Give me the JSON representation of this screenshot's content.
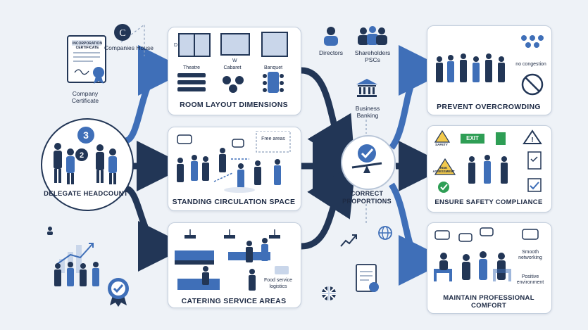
{
  "left": {
    "certificate_header": "INCORPORATION CERTIFICATE",
    "companies_house": "Companies House",
    "company_certificate": "Company Certificate",
    "delegate_headcount": "DELEGATE HEADCOUNT",
    "badge_3": "3",
    "badge_2": "2"
  },
  "room_layout": {
    "title": "ROOM LAYOUT DIMENSIONS",
    "theatre": "Theatre",
    "cabaret": "Cabaret",
    "banquet": "Banquet",
    "dim_d": "D",
    "dim_w": "W"
  },
  "circulation": {
    "title": "STANDING CIRCULATION SPACE",
    "free_areas": "Free areas"
  },
  "catering": {
    "title": "CATERING SERVICE AREAS",
    "food_service": "Food service logistics"
  },
  "middle": {
    "directors": "Directors",
    "shareholders": "Shareholders PSCs",
    "business_banking": "Business Banking",
    "correct_proportions": "CORRECT PROPORTIONS"
  },
  "overcrowding": {
    "title": "PREVENT OVERCROWDING",
    "no_congestion": "no congestion"
  },
  "safety": {
    "title": "ENSURE SAFETY COMPLIANCE",
    "exit": "EXIT",
    "safety_sign": "SAFETY",
    "risk_sign": "RISK ASSESSMENT"
  },
  "comfort": {
    "title": "MAINTAIN PROFESSIONAL COMFORT",
    "smooth": "Smooth networking",
    "positive": "Positive environment"
  },
  "colors": {
    "blue": "#3f6fb8",
    "navy": "#223656",
    "light": "#c9d6ea"
  }
}
